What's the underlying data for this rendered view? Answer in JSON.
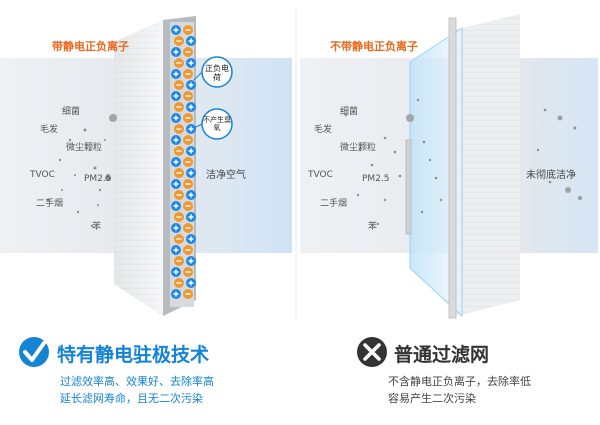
{
  "left_panel": {
    "title": "带静电正负离子",
    "pollutants": [
      "细菌",
      "毛发",
      "微尘颗粒",
      "TVOC",
      "PM2.5",
      "二手烟",
      "苯"
    ],
    "output_label": "洁净空气",
    "callouts": [
      "正负电荷",
      "不产生臭氧"
    ],
    "heading": "特有静电驻极技术",
    "desc_line1": "过滤效率高、效果好、去除率高",
    "desc_line2": "延长滤网寿命，且无二次污染",
    "heading_icon": "check-circle-icon",
    "accent_color": "#1583d6"
  },
  "right_panel": {
    "title": "不带静电正负离子",
    "pollutants": [
      "细菌",
      "毛发",
      "微尘颗粒",
      "TVOC",
      "PM2.5",
      "二手烟",
      "苯"
    ],
    "output_label": "未彻底洁净",
    "heading": "普通过滤网",
    "desc_line1": "不含静电正负离子，去除率低",
    "desc_line2": "容易产生二次污染",
    "heading_icon": "x-circle-icon",
    "accent_color": "#333333"
  }
}
